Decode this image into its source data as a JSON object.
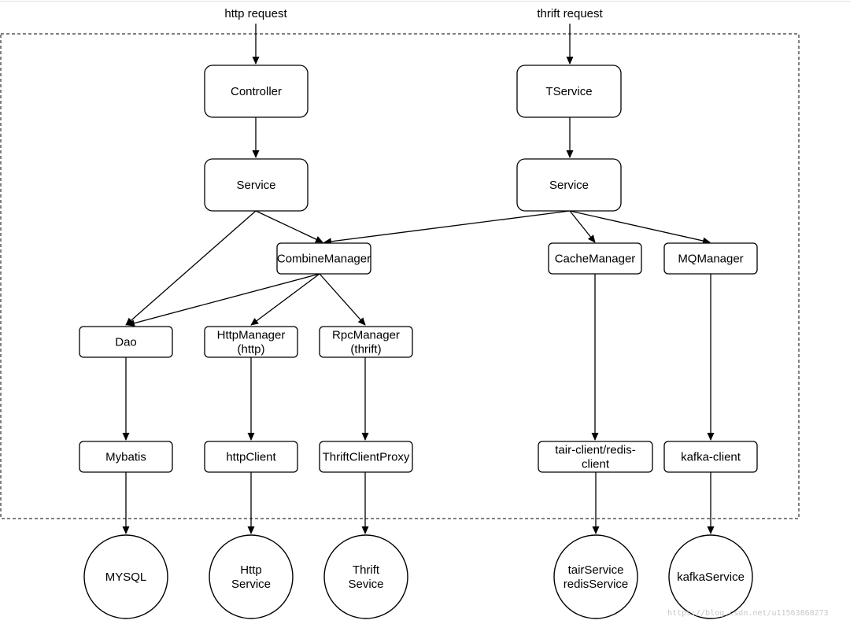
{
  "inputs": {
    "http": "http request",
    "thrift": "thrift request"
  },
  "boxes": {
    "controller": [
      "Controller"
    ],
    "tservice": [
      "TService"
    ],
    "service_left": [
      "Service"
    ],
    "service_right": [
      "Service"
    ],
    "combine_manager": [
      "CombineManager"
    ],
    "cache_manager": [
      "CacheManager"
    ],
    "mq_manager": [
      "MQManager"
    ],
    "dao": [
      "Dao"
    ],
    "http_manager": [
      "HttpManager",
      "(http)"
    ],
    "rpc_manager": [
      "RpcManager",
      "(thrift)"
    ],
    "mybatis": [
      "Mybatis"
    ],
    "http_client": [
      "httpClient"
    ],
    "thrift_client_proxy": [
      "ThriftClientProxy"
    ],
    "tair_redis_client": [
      "tair-client/redis-",
      "client"
    ],
    "kafka_client": [
      "kafka-client"
    ]
  },
  "services": {
    "mysql": [
      "MYSQL"
    ],
    "http_service": [
      "Http",
      "Service"
    ],
    "thrift_service": [
      "Thrift",
      "Sevice"
    ],
    "tair_redis_service": [
      "tairService",
      "redisService"
    ],
    "kafka_service": [
      "kafkaService"
    ]
  },
  "watermark": "https://blog.csdn.net/u11563868273",
  "edges": [
    [
      "input:http",
      "controller"
    ],
    [
      "input:thrift",
      "tservice"
    ],
    [
      "controller",
      "service_left"
    ],
    [
      "tservice",
      "service_right"
    ],
    [
      "service_left",
      "combine_manager"
    ],
    [
      "service_left",
      "dao"
    ],
    [
      "service_right",
      "combine_manager"
    ],
    [
      "service_right",
      "cache_manager"
    ],
    [
      "service_right",
      "mq_manager"
    ],
    [
      "combine_manager",
      "dao"
    ],
    [
      "combine_manager",
      "http_manager"
    ],
    [
      "combine_manager",
      "rpc_manager"
    ],
    [
      "dao",
      "mybatis"
    ],
    [
      "http_manager",
      "http_client"
    ],
    [
      "rpc_manager",
      "thrift_client_proxy"
    ],
    [
      "cache_manager",
      "tair_redis_client"
    ],
    [
      "mq_manager",
      "kafka_client"
    ],
    [
      "mybatis",
      "mysql"
    ],
    [
      "http_client",
      "http_service"
    ],
    [
      "thrift_client_proxy",
      "thrift_service"
    ],
    [
      "tair_redis_client",
      "tair_redis_service"
    ],
    [
      "kafka_client",
      "kafka_service"
    ]
  ]
}
